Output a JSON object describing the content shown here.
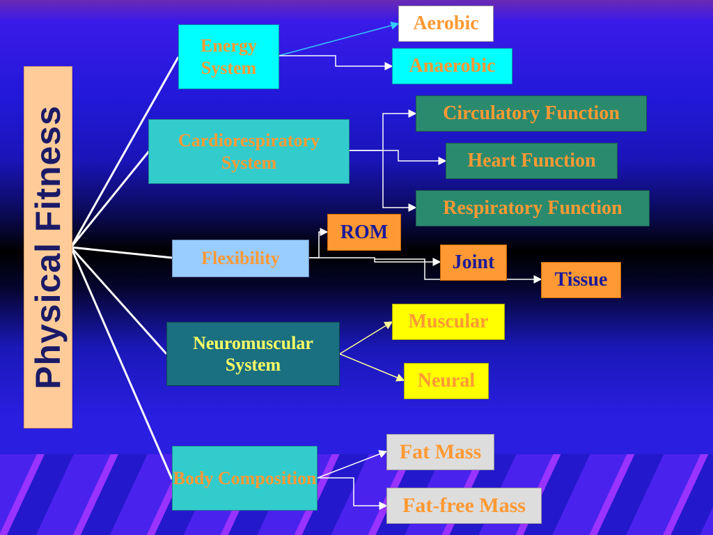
{
  "diagram": {
    "title": "Physical Fitness",
    "branches": [
      {
        "label": "Energy System",
        "leaves": [
          "Aerobic",
          "Anaerobic"
        ]
      },
      {
        "label": "Cardiorespiratory System",
        "leaves": [
          "Circulatory Function",
          "Heart Function",
          "Respiratory Function"
        ]
      },
      {
        "label": "Flexibility",
        "leaves": [
          "ROM",
          "Joint",
          "Tissue"
        ]
      },
      {
        "label": "Neuromuscular System",
        "leaves": [
          "Muscular",
          "Neural"
        ]
      },
      {
        "label": "Body Composition",
        "leaves": [
          "Fat Mass",
          "Fat-free Mass"
        ]
      }
    ]
  },
  "colors": {
    "cyan_box": "#00ffff",
    "teal_box": "#33cccc",
    "green_box": "#2a8a6e",
    "light_blue_box": "#99ccff",
    "navy_box": "#1a6f80",
    "orange_box": "#ff9933",
    "yellow_box": "#ffff00",
    "grey_box": "#dddddd",
    "orange_text": "#ff9933",
    "yellow_text": "#ffff66",
    "navy_text": "#1a1a99"
  }
}
